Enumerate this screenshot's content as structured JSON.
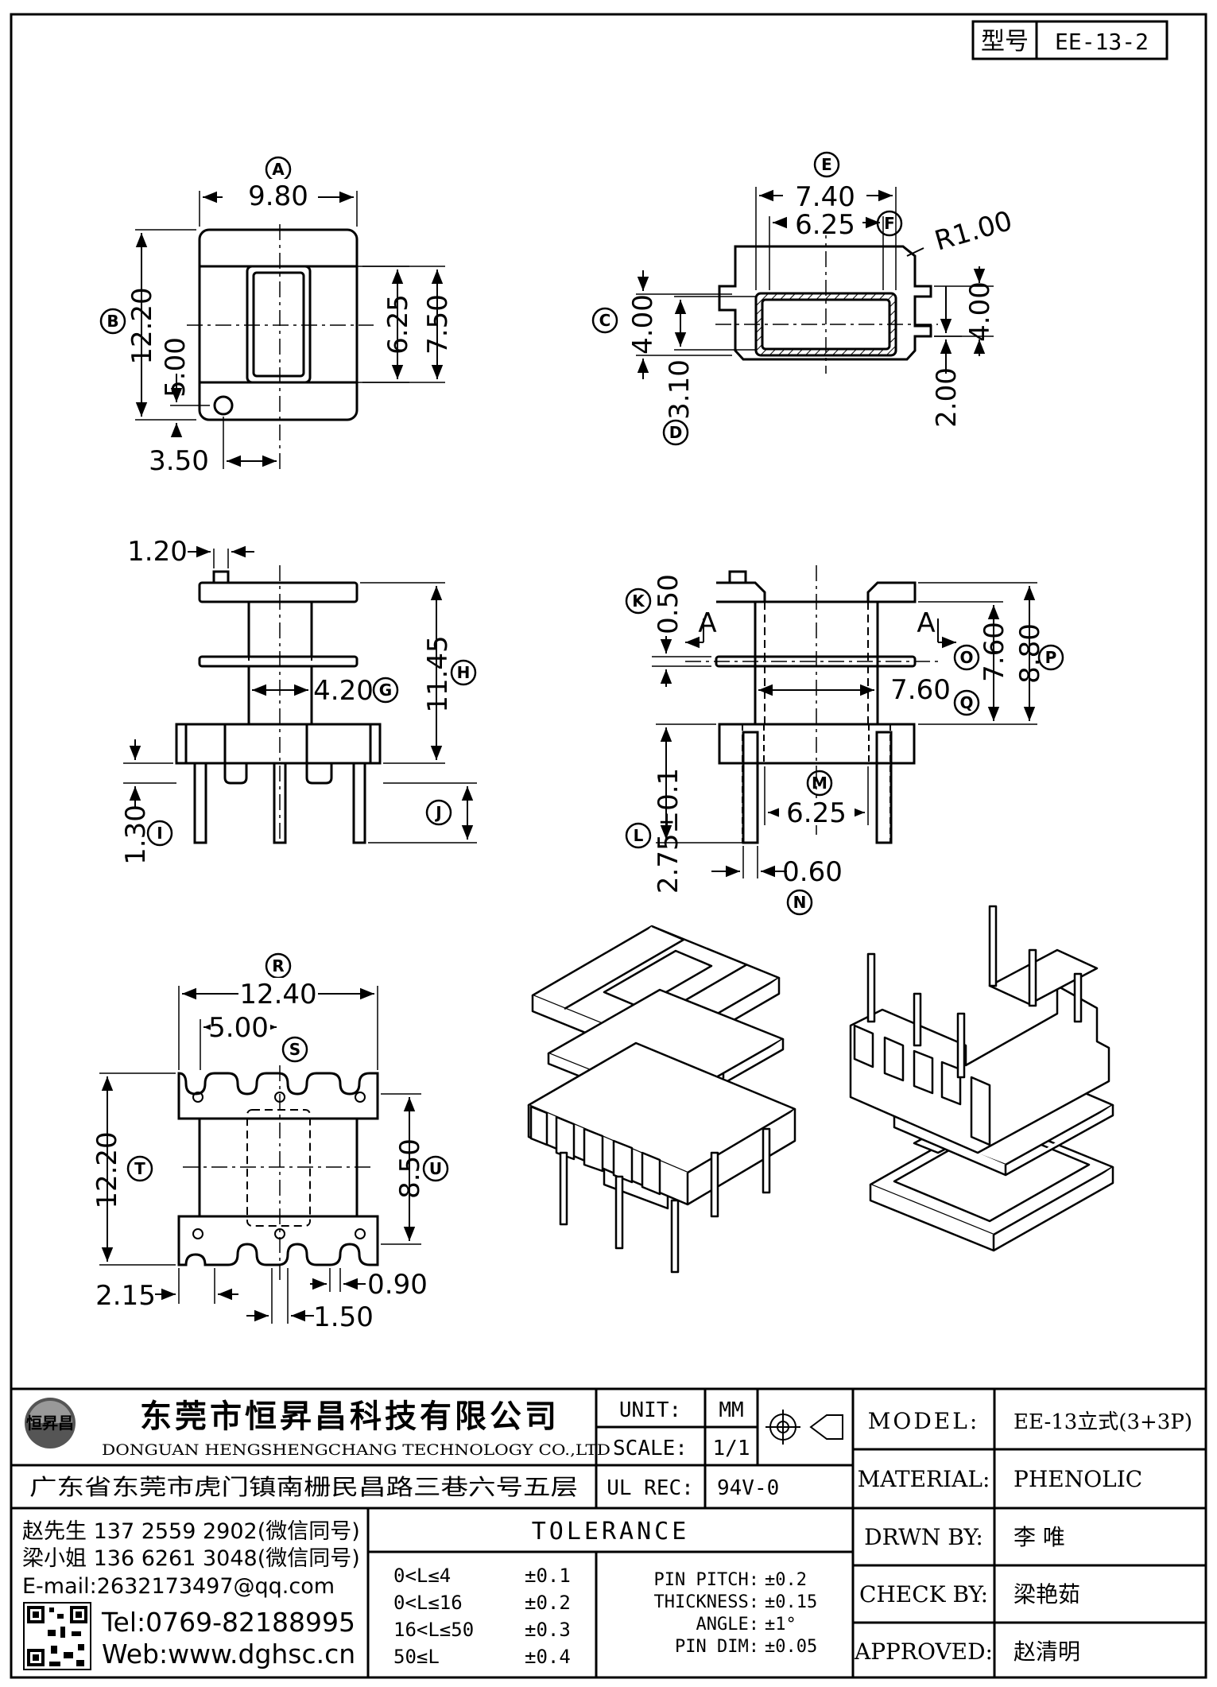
{
  "header": {
    "type_label": "型号",
    "type_value": "EE-13-2"
  },
  "dimensions": {
    "top_left": {
      "A": "9.80",
      "B": "12.20",
      "inner_h": "6.25",
      "outer_h": "7.50",
      "pin_y": "5.00",
      "pin_x": "3.50",
      "label_A": "A",
      "label_B": "B"
    },
    "top_right": {
      "E": "7.40",
      "F": "6.25",
      "R": "R1.00",
      "C": "4.00",
      "D": "3.10",
      "right_h": "4.00",
      "right_low": "2.00",
      "label_E": "E",
      "label_F": "F",
      "label_C": "C",
      "label_D": "D"
    },
    "mid_left": {
      "top": "1.20",
      "G": "4.20",
      "H": "11.45",
      "I": "1.30",
      "label_G": "G",
      "label_H": "H",
      "label_I": "I",
      "label_J": "J"
    },
    "mid_right": {
      "K": "0.50",
      "section_a": "A",
      "O": "7.60",
      "P": "8.80",
      "Q": "7.60",
      "M": "6.25",
      "L": "2.75±0.1",
      "N": "0.60",
      "label_K": "K",
      "label_O": "O",
      "label_P": "P",
      "label_Q": "Q",
      "label_M": "M",
      "label_L": "L",
      "label_N": "N"
    },
    "bottom_left": {
      "R": "12.40",
      "S": "5.00",
      "T": "12.20",
      "U": "8.50",
      "pitch_a": "2.15",
      "pitch_b": "0.90",
      "pitch_c": "1.50",
      "label_R": "R",
      "label_S": "S",
      "label_T": "T",
      "label_U": "U"
    }
  },
  "company": {
    "name_cn": "东莞市恒昇昌科技有限公司",
    "name_en": "DONGUAN HENGSHENGCHANG TECHNOLOGY CO.,LTD",
    "address": "广东省东莞市虎门镇南栅民昌路三巷六号五层",
    "contact1": "赵先生 137 2559 2902(微信同号)",
    "contact2": "梁小姐 136 6261 3048(微信同号)",
    "email": "E-mail:2632173497@qq.com",
    "tel": "Tel:0769-82188995",
    "web": "Web:www.dghsc.cn",
    "logo_text": "恒昇昌"
  },
  "specs": {
    "unit_label": "UNIT:",
    "unit_value": "MM",
    "scale_label": "SCALE:",
    "scale_value": "1/1",
    "ul_label": "UL REC:",
    "ul_value": "94V-0",
    "tolerance_title": "TOLERANCE",
    "tol_rows": [
      {
        "range": "0<L≤4",
        "tol": "±0.1"
      },
      {
        "range": "0<L≤16",
        "tol": "±0.2"
      },
      {
        "range": "16<L≤50",
        "tol": "±0.3"
      },
      {
        "range": "50≤L",
        "tol": "±0.4"
      }
    ],
    "pin_rows": [
      {
        "name": "PIN PITCH:",
        "tol": "±0.2"
      },
      {
        "name": "THICKNESS:",
        "tol": "±0.15"
      },
      {
        "name": "ANGLE:",
        "tol": "±1°"
      },
      {
        "name": "PIN DIM:",
        "tol": "±0.05"
      }
    ]
  },
  "info": {
    "model_label": "MODEL:",
    "model_value": "EE-13立式(3+3P)",
    "material_label": "MATERIAL:",
    "material_value": "PHENOLIC",
    "drwn_label": "DRWN BY:",
    "drwn_value": "李  唯",
    "check_label": "CHECK BY:",
    "check_value": "梁艳茹",
    "approved_label": "APPROVED:",
    "approved_value": "赵清明"
  }
}
